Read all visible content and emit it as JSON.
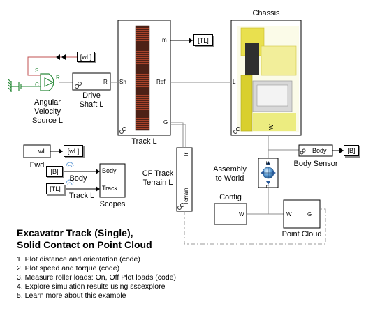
{
  "blocks": {
    "chassis": {
      "name": "Chassis",
      "port_L": "L",
      "port_W": "W"
    },
    "track": {
      "name": "Track L",
      "port_m": "m",
      "port_ref": "Ref",
      "port_g": "G",
      "port_sh": "Sh"
    },
    "angular_velocity": {
      "name_line1": "Angular",
      "name_line2": "Velocity",
      "name_line3": "Source L",
      "port_s": "S",
      "port_r": "R",
      "port_c": "C"
    },
    "drive_shaft": {
      "name_line1": "Drive",
      "name_line2": "Shaft L",
      "port_r": "R"
    },
    "goto_wL": {
      "tag": "[wL]"
    },
    "goto_TL": {
      "tag": "[TL]"
    },
    "goto_B": {
      "tag": "[B]"
    },
    "fwd": {
      "name": "Fwd",
      "value": "wL"
    },
    "goto_wL_fwd": {
      "tag": "[wL]"
    },
    "from_B": {
      "tag": "[B]"
    },
    "from_TL": {
      "tag": "[TL]"
    },
    "scopes": {
      "name": "Scopes",
      "port_body": "Body",
      "port_track": "Track"
    },
    "signal_body": "Body",
    "signal_track": "Track L",
    "cf_track": {
      "name_line1": "CF Track",
      "name_line2": "Terrain L",
      "port_tr": "Tr",
      "port_terrain": "Terrain"
    },
    "assembly": {
      "name_line1": "Assembly",
      "name_line2": "to World",
      "port_f": "F",
      "port_b": "B"
    },
    "body_sensor": {
      "name": "Body Sensor",
      "label": "Body"
    },
    "config": {
      "name": "Config",
      "port_w": "W"
    },
    "point_cloud": {
      "name": "Point Cloud",
      "port_w": "W",
      "port_g": "G"
    }
  },
  "description": {
    "title_line1": "Excavator Track (Single),",
    "title_line2": "Solid Contact on Point Cloud",
    "items": [
      "1. Plot distance and orientation (code)",
      "2. Plot speed and torque (code)",
      "3. Measure roller loads: On, Off  Plot loads (code)",
      "4. Explore simulation results using sscexplore",
      "5. Learn more about this example"
    ]
  },
  "colors": {
    "track_dark": "#4a2418",
    "track_red": "#c4452a",
    "chassis_yellow": "#e8e04a",
    "wire_gray": "#8c8c8c",
    "wire_dash": "#9a9a9a",
    "feedback_red": "#c05050",
    "ground_green": "#2a8a3a"
  }
}
